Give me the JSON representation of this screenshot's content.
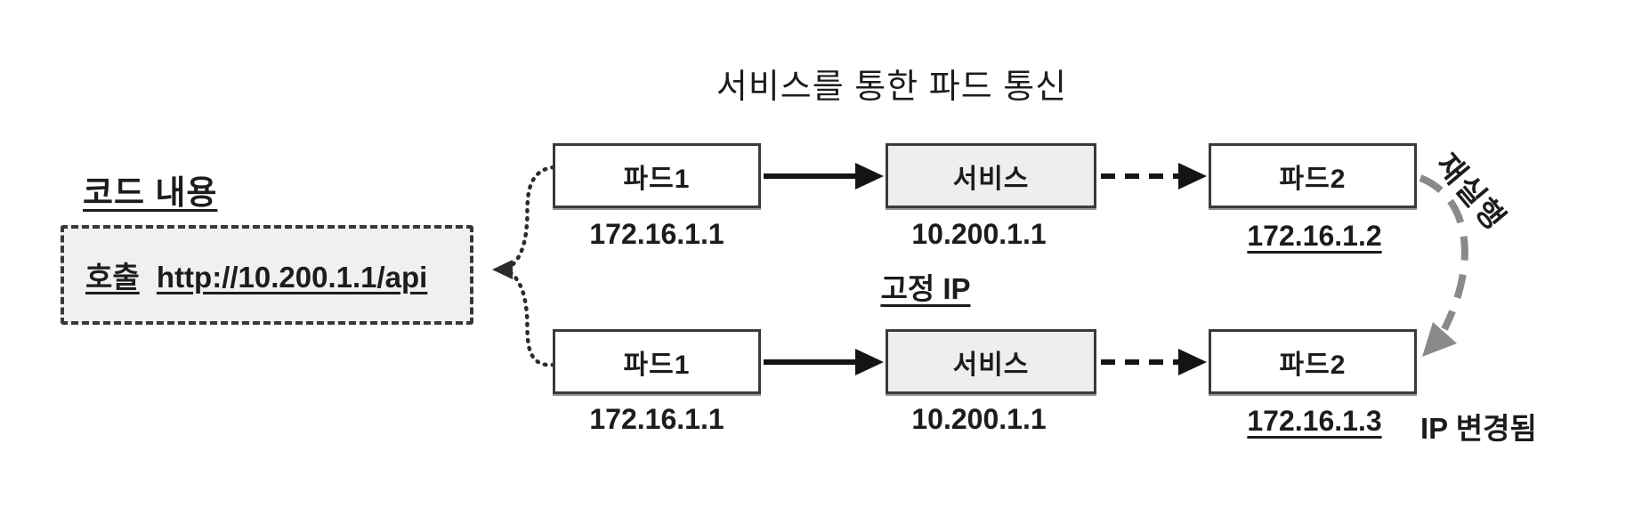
{
  "title": "서비스를 통한 파드 통신",
  "code_panel": {
    "heading": "코드 내용",
    "call_label": "호출",
    "call_url": "http://10.200.1.1/api"
  },
  "rows": [
    {
      "pod1": {
        "label": "파드1",
        "ip": "172.16.1.1"
      },
      "service": {
        "label": "서비스",
        "ip": "10.200.1.1"
      },
      "pod2": {
        "label": "파드2",
        "ip": "172.16.1.2"
      }
    },
    {
      "pod1": {
        "label": "파드1",
        "ip": "172.16.1.1"
      },
      "service": {
        "label": "서비스",
        "ip": "10.200.1.1"
      },
      "pod2": {
        "label": "파드2",
        "ip": "172.16.1.3"
      },
      "note": "IP 변경됨"
    }
  ],
  "labels": {
    "fixed_ip": "고정 IP",
    "rerun": "재실행"
  },
  "colors": {
    "box_border": "#3a3a3a",
    "service_fill": "#eeeeee",
    "code_fill": "#f0f0f0",
    "gray_arrow": "#8a8a8a",
    "text": "#1c1c1c"
  }
}
